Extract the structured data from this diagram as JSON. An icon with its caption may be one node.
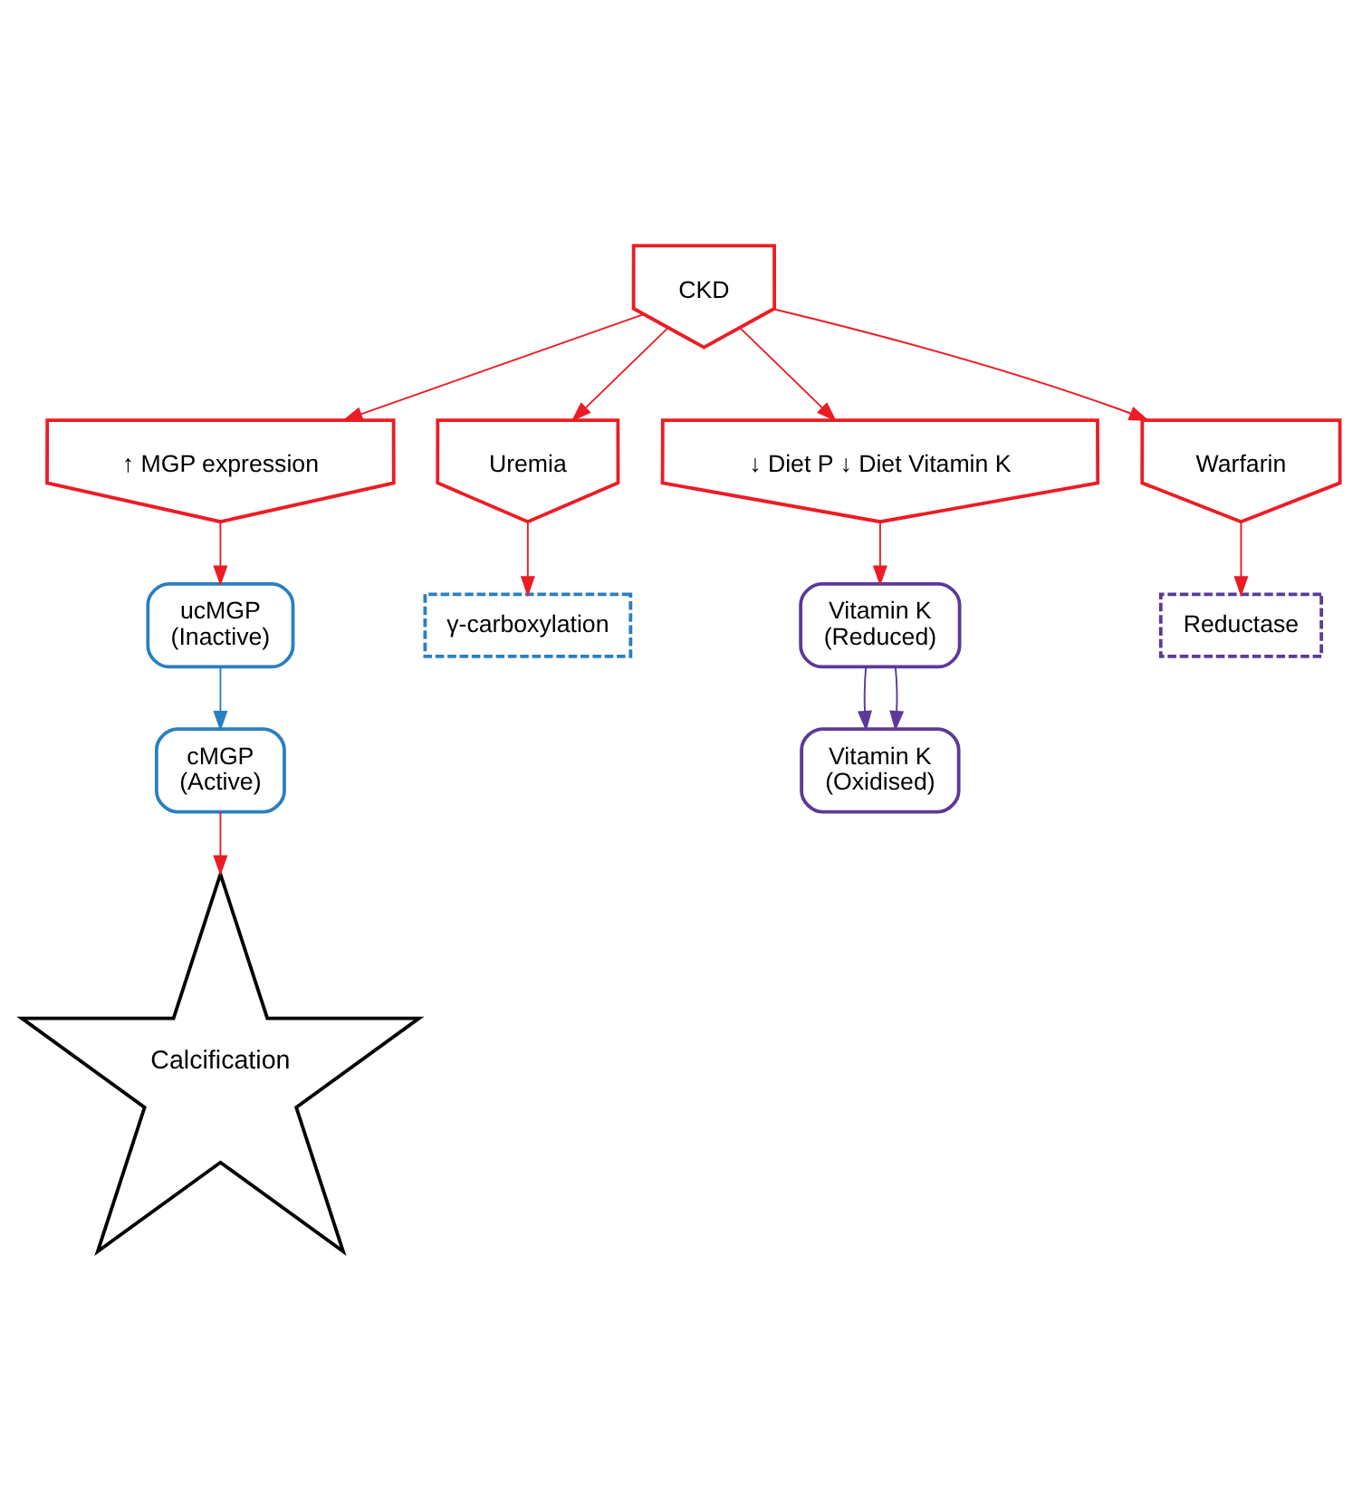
{
  "diagram": {
    "nodes": [
      {
        "text": [
          "CKD"
        ]
      },
      {
        "text": [
          "↑ MGP expression"
        ]
      },
      {
        "text": [
          "Uremia"
        ]
      },
      {
        "text": [
          "↓ Diet P ↓ Diet Vitamin K"
        ]
      },
      {
        "text": [
          "Warfarin"
        ]
      },
      {
        "text": [
          "ucMGP",
          "(Inactive)"
        ]
      },
      {
        "text": [
          "γ-carboxylation"
        ]
      },
      {
        "text": [
          "Vitamin K",
          "(Reduced)"
        ]
      },
      {
        "text": [
          "Reductase"
        ]
      },
      {
        "text": [
          "cMGP",
          "(Active)"
        ]
      },
      {
        "text": [
          "Vitamin K",
          "(Oxidised)"
        ]
      },
      {
        "text": [
          "Calcification"
        ]
      }
    ],
    "edges": [
      {
        "from": 0,
        "to": 1,
        "arrow": "to"
      },
      {
        "from": 0,
        "to": 2,
        "arrow": "to"
      },
      {
        "from": 0,
        "to": 3,
        "arrow": "to"
      },
      {
        "from": 0,
        "to": 4,
        "arrow": "to"
      },
      {
        "from": 1,
        "to": 5,
        "arrow": "to"
      },
      {
        "from": 2,
        "to": 6,
        "arrow": "to"
      },
      {
        "from": 3,
        "to": 7,
        "arrow": "to"
      },
      {
        "from": 4,
        "to": 8,
        "arrow": "to"
      },
      {
        "from": 5,
        "to": 9,
        "arrow": "to",
        "color": "#2a7fc1"
      },
      {
        "from": 7,
        "to": 10,
        "arrow": "to",
        "color": "#5b3a9a"
      },
      {
        "from": 7,
        "to": 10,
        "arrow": "to",
        "color": "#5b3a9a"
      },
      {
        "from": 9,
        "to": 11,
        "arrow": "to"
      }
    ]
  }
}
